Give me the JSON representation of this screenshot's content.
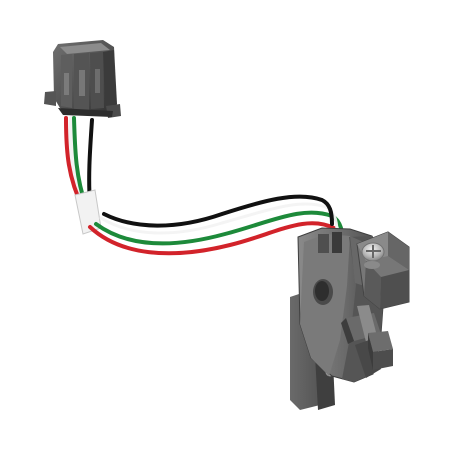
{
  "image": {
    "subject": "wired-switch-assembly",
    "background_color": "#ffffff",
    "colors": {
      "housing_dark": "#3f3f3f",
      "housing_mid": "#6b6b6b",
      "housing_light": "#8e8e8e",
      "metal_plate": "#5e5e5e",
      "wire_black": "#111111",
      "wire_green": "#1d8a3a",
      "wire_red": "#d2232a",
      "wire_white": "#f3f3f3",
      "screw": "#b9b9b9"
    },
    "parts": [
      "connector",
      "wire-harness",
      "sleeve",
      "switch-body",
      "mounting-plate",
      "screw"
    ]
  }
}
